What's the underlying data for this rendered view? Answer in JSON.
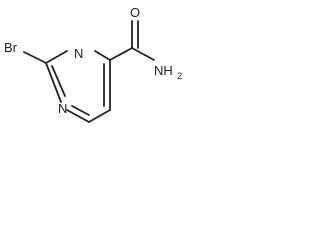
{
  "molecule": {
    "atoms": {
      "bromine": "Br",
      "ring_nitrogen_top": "N",
      "ring_nitrogen_left": "N",
      "carbonyl_oxygen": "O",
      "amide_nitrogen": "NH",
      "amide_hydrogen_count": "2"
    }
  },
  "colors": {
    "line": "#222222",
    "background": "#ffffff"
  }
}
